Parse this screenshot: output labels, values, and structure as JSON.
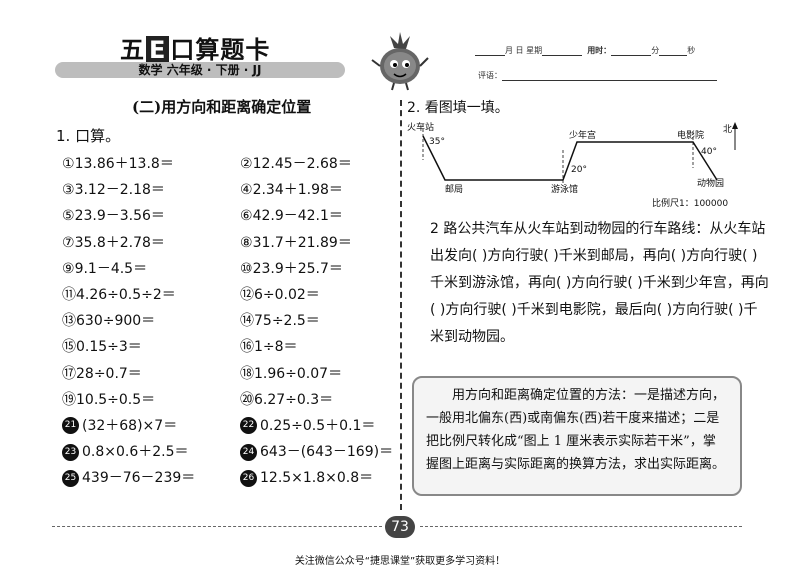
{
  "header": {
    "logo_pre": "五",
    "logo_e": "E",
    "logo_post": "口算题卡",
    "band": "数学  六年级 · 下册 · JJ",
    "date_label": "月    日  星期",
    "time_label": "用时：",
    "time_min": "分",
    "time_sec": "秒",
    "comment_label": "评语："
  },
  "section_title": "(二)用方向和距离确定位置",
  "q1": {
    "title": "1. 口算。",
    "rows": [
      [
        {
          "n": "①",
          "e": "13.86＋13.8＝",
          "f": false
        },
        {
          "n": "②",
          "e": "12.45－2.68＝",
          "f": false
        }
      ],
      [
        {
          "n": "③",
          "e": "3.12－2.18＝",
          "f": false
        },
        {
          "n": "④",
          "e": "2.34＋1.98＝",
          "f": false
        }
      ],
      [
        {
          "n": "⑤",
          "e": "23.9－3.56＝",
          "f": false
        },
        {
          "n": "⑥",
          "e": "42.9－42.1＝",
          "f": false
        }
      ],
      [
        {
          "n": "⑦",
          "e": "35.8＋2.78＝",
          "f": false
        },
        {
          "n": "⑧",
          "e": "31.7＋21.89＝",
          "f": false
        }
      ],
      [
        {
          "n": "⑨",
          "e": "9.1－4.5＝",
          "f": false
        },
        {
          "n": "⑩",
          "e": "23.9＋25.7＝",
          "f": false
        }
      ],
      [
        {
          "n": "⑪",
          "e": "4.26÷0.5÷2＝",
          "f": false
        },
        {
          "n": "⑫",
          "e": "6÷0.02＝",
          "f": false
        }
      ],
      [
        {
          "n": "⑬",
          "e": "630÷900＝",
          "f": false
        },
        {
          "n": "⑭",
          "e": "75÷2.5＝",
          "f": false
        }
      ],
      [
        {
          "n": "⑮",
          "e": "0.15÷3＝",
          "f": false
        },
        {
          "n": "⑯",
          "e": "1÷8＝",
          "f": false
        }
      ],
      [
        {
          "n": "⑰",
          "e": "28÷0.7＝",
          "f": false
        },
        {
          "n": "⑱",
          "e": "1.96÷0.07＝",
          "f": false
        }
      ],
      [
        {
          "n": "⑲",
          "e": "10.5÷0.5＝",
          "f": false
        },
        {
          "n": "⑳",
          "e": "6.27÷0.3＝",
          "f": false
        }
      ],
      [
        {
          "n": "21",
          "e": "(32＋68)×7＝",
          "f": true
        },
        {
          "n": "22",
          "e": "0.25÷0.5＋0.1＝",
          "f": true
        }
      ],
      [
        {
          "n": "23",
          "e": "0.8×0.6＋2.5＝",
          "f": true
        },
        {
          "n": "24",
          "e": "643－(643－169)＝",
          "f": true
        }
      ],
      [
        {
          "n": "25",
          "e": "439－76－239＝",
          "f": true
        },
        {
          "n": "26",
          "e": "12.5×1.8×0.8＝",
          "f": true
        }
      ]
    ]
  },
  "q2": {
    "title": "2. 看图填一填。",
    "map_labels": {
      "station": "火车站",
      "post": "邮局",
      "pool": "游泳馆",
      "palace": "少年宫",
      "cinema": "电影院",
      "zoo": "动物园",
      "north": "北",
      "a1": "35°",
      "a2": "20°",
      "a3": "40°"
    },
    "scale": "比例尺1：100000",
    "paragraph": "2 路公共汽车从火车站到动物园的行车路线：从火车站出发向(          )方向行驶(     )千米到邮局，再向(      )方向行驶(     )千米到游泳馆，再向(          )方向行驶(     )千米到少年宫，再向(          )方向行驶(     )千米到电影院，最后向(          )方向行驶(     )千米到动物园。",
    "tip": "用方向和距离确定位置的方法：一是描述方向，一般用北偏东(西)或南偏东(西)若干度来描述；二是把比例尺转化成“图上 1 厘米表示实际若干米”，掌握图上距离与实际距离的换算方法，求出实际距离。"
  },
  "page_number": "73",
  "footer": "关注微信公众号“捷思课堂”获取更多学习资料！",
  "colors": {
    "band": "#bdbdbd",
    "page_badge": "#444444",
    "tip_bg": "#f4f4f4"
  }
}
